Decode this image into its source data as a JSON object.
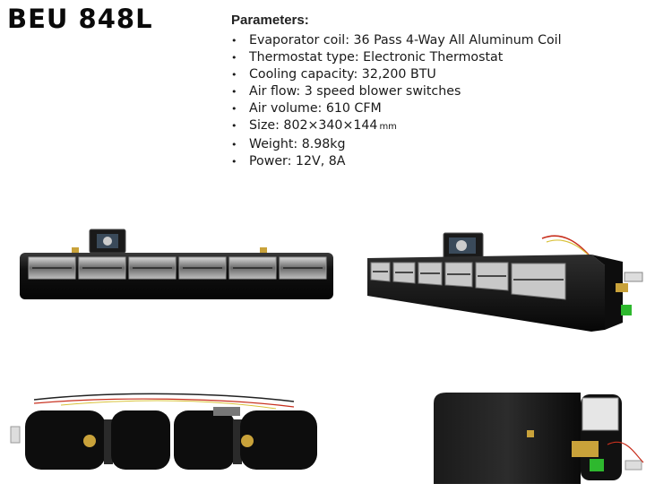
{
  "product": {
    "model": "BEU 848L"
  },
  "parameters": {
    "heading": "Parameters:",
    "bullet": "•",
    "items": [
      {
        "text": "Evaporator coil: 36 Pass 4-Way All Aluminum Coil",
        "unit": ""
      },
      {
        "text": "Thermostat type: Electronic Thermostat",
        "unit": ""
      },
      {
        "text": "Cooling capacity: 32,200 BTU",
        "unit": ""
      },
      {
        "text": "Air flow: 3 speed blower switches",
        "unit": ""
      },
      {
        "text": "Air volume: 610 CFM",
        "unit": ""
      },
      {
        "text": "Size: 802×340×144",
        "unit": "mm"
      },
      {
        "text": "Weight: 8.98kg",
        "unit": ""
      },
      {
        "text": "Power: 12V, 8A",
        "unit": ""
      }
    ]
  },
  "photos": [
    {
      "view": "front"
    },
    {
      "view": "angled-front"
    },
    {
      "view": "blower-assembly"
    },
    {
      "view": "side-end"
    }
  ],
  "colors": {
    "housing": "#0c0c0c",
    "louver_frame": "#8a8a8a",
    "valve_brass": "#c9a23a",
    "fitting_green": "#2eb82e",
    "wire_red": "#c8301e",
    "wire_yellow": "#d9c23a"
  }
}
